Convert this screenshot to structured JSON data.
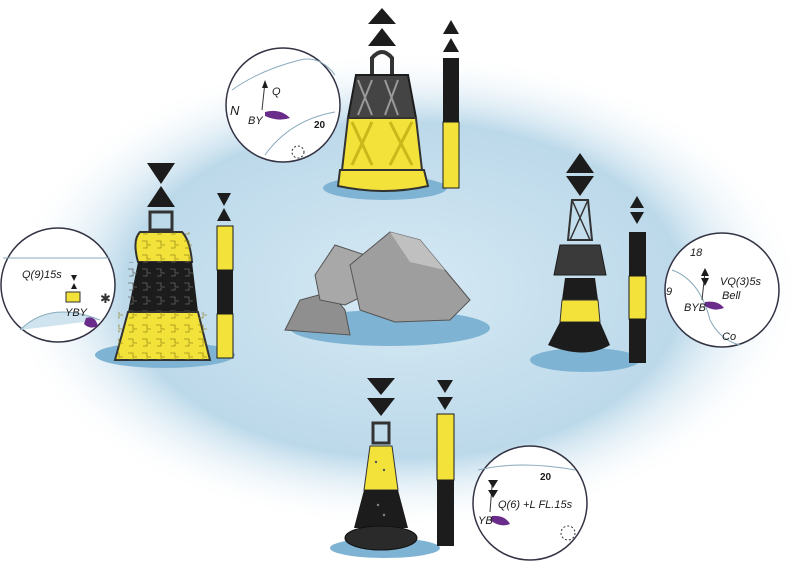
{
  "insets": {
    "north": {
      "marking": "BY",
      "light": "Q",
      "depth": "20",
      "letter": "N"
    },
    "west": {
      "marking": "YBY",
      "light": "Q(9)15s"
    },
    "east": {
      "marking": "BYB",
      "light": "VQ(3)5s",
      "sound": "Bell",
      "depth_top": "18",
      "depth_left": "9",
      "label": "Co"
    },
    "south": {
      "marking": "YB",
      "light": "Q(6) +L FL.15s",
      "depth": "20"
    }
  },
  "colors": {
    "black": "#1c1c1c",
    "yellow": "#f2e23a",
    "sea": "#bcd9ea",
    "rock": "#9a9a9a"
  }
}
